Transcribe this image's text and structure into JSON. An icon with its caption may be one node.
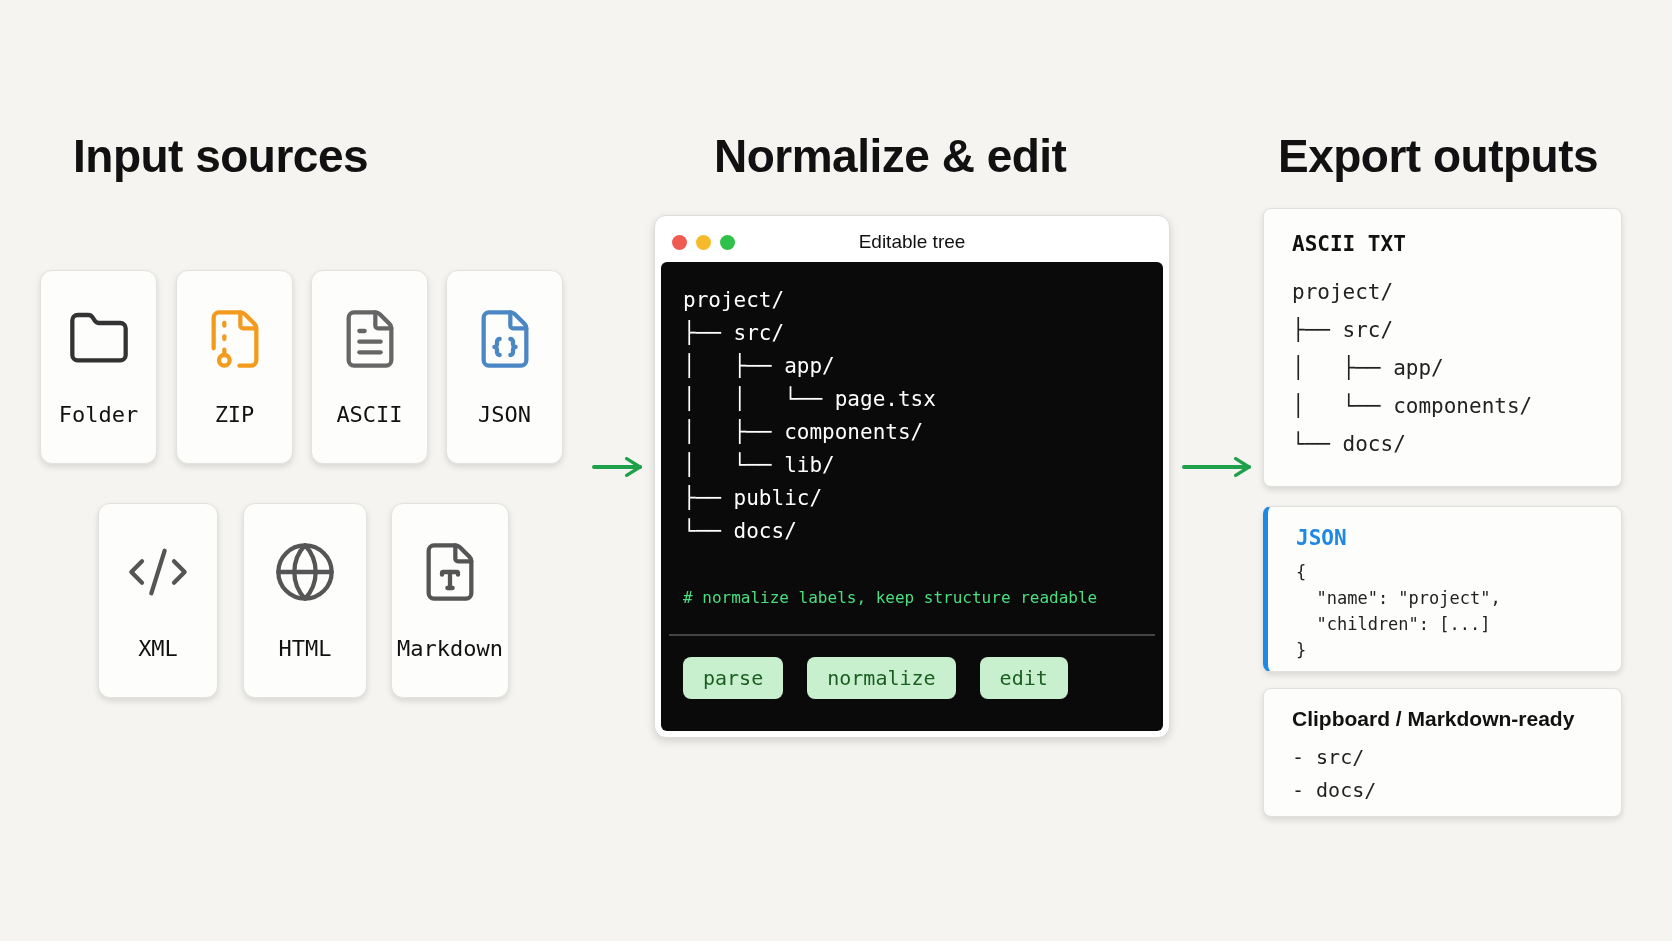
{
  "diagram": {
    "nodes": [
      {
        "text": [
          "Folder"
        ]
      },
      {
        "text": [
          "ZIP"
        ]
      },
      {
        "text": [
          "ASCII"
        ]
      },
      {
        "text": [
          "JSON"
        ]
      },
      {
        "text": [
          "XML"
        ]
      },
      {
        "text": [
          "HTML"
        ]
      },
      {
        "text": [
          "Markdown"
        ]
      },
      {
        "text": [
          "Editable tree",
          "project/",
          "├── src/",
          "│   ├── app/",
          "│   │   └── page.tsx",
          "│   ├── components/",
          "│   └── lib/",
          "├── public/",
          "└── docs/",
          "# normalize labels, keep structure readable"
        ]
      },
      {
        "text": [
          "parse"
        ],
        "in": 7
      },
      {
        "text": [
          "normalize"
        ],
        "in": 7
      },
      {
        "text": [
          "edit"
        ],
        "in": 7
      },
      {
        "text": [
          "ASCII TXT",
          "project/",
          "├── src/",
          "│   ├── app/",
          "│   └── components/",
          "└── docs/"
        ]
      },
      {
        "text": [
          "JSON",
          "{",
          "  \"name\": \"project\",",
          "  \"children\": [...]",
          "}"
        ]
      },
      {
        "text": [
          "Clipboard / Markdown-ready",
          "- src/",
          "- docs/"
        ]
      }
    ],
    "edges": [
      {
        "from": null,
        "to": 7,
        "arrow": "to"
      },
      {
        "from": 7,
        "to": 11,
        "arrow": "to"
      }
    ],
    "labels": [
      "Input sources",
      "Normalize & edit",
      "Export outputs"
    ]
  }
}
